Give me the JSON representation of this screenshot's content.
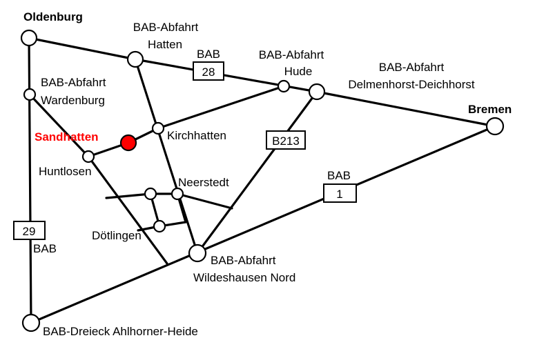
{
  "cities": {
    "oldenburg": "Oldenburg",
    "bremen": "Bremen",
    "sandhatten": "Sandhatten"
  },
  "places": {
    "hatten_l1": "BAB-Abfahrt",
    "hatten_l2": "Hatten",
    "hude_l1": "BAB-Abfahrt",
    "hude_l2": "Hude",
    "delmenhorst_l1": "BAB-Abfahrt",
    "delmenhorst_l2": "Delmenhorst-Deichhorst",
    "wardenburg_l1": "BAB-Abfahrt",
    "wardenburg_l2": "Wardenburg",
    "kirchhatten": "Kirchhatten",
    "huntlosen": "Huntlosen",
    "neerstedt": "Neerstedt",
    "doetlingen": "Dötlingen",
    "wildeshausen_l1": "BAB-Abfahrt",
    "wildeshausen_l2": "Wildeshausen Nord",
    "ahlhorn": "BAB-Dreieck Ahlhorner-Heide"
  },
  "shields": {
    "a28_prefix": "BAB",
    "a28_number": "28",
    "a1_prefix": "BAB",
    "a1_number": "1",
    "a29_number": "29",
    "a29_suffix": "BAB",
    "b213_number": "B213"
  },
  "colors": {
    "highlight": "#ff0000",
    "road": "#000000",
    "background": "#ffffff"
  }
}
